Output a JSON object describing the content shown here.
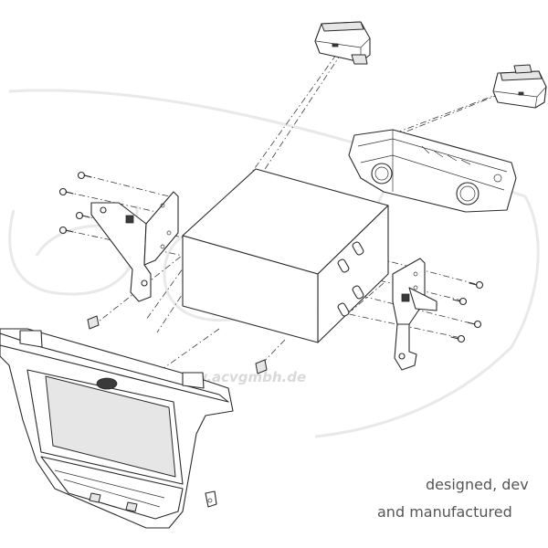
{
  "watermark": {
    "logo_text": "acv",
    "copyright": "© ACV GmbH   www.acvgmbh.de"
  },
  "taglines": {
    "line1": "designed, dev",
    "line2": "and manufactured"
  },
  "colors": {
    "line": "#2a2a2a",
    "watermark": "#e0e0e0",
    "tagline": "#555555"
  }
}
